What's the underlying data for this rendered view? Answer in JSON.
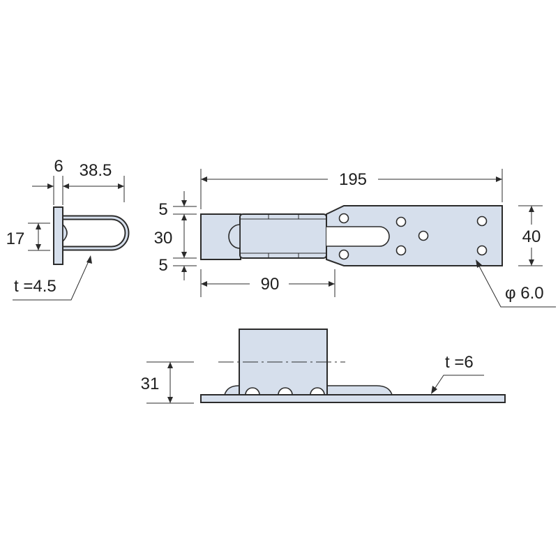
{
  "side_view": {
    "flange_thickness": "6",
    "depth": "38.5",
    "height": "17",
    "material_thickness": "t =4.5"
  },
  "top_view": {
    "overall_length": "195",
    "edge_top": "5",
    "slot_width": "30",
    "edge_bottom": "5",
    "width": "40",
    "hasp_length": "90",
    "hole_diameter": "φ 6.0"
  },
  "front_view": {
    "height": "31",
    "plate_thickness": "t =6"
  }
}
